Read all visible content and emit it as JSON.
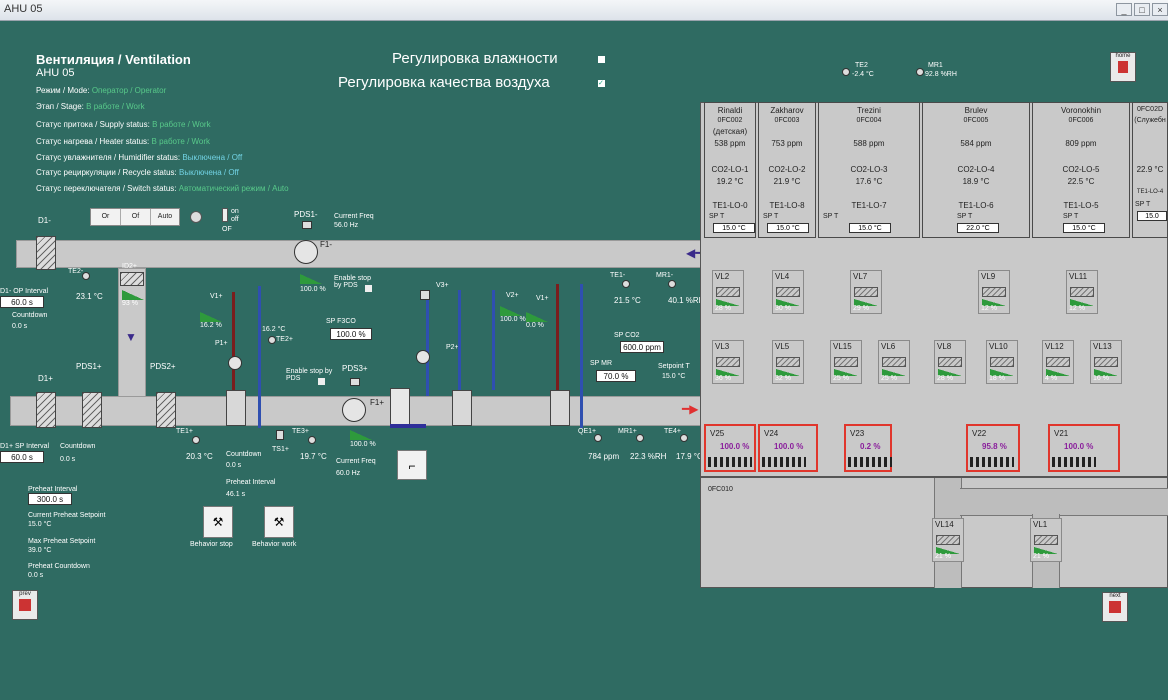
{
  "window": {
    "title": "AHU 05"
  },
  "header": {
    "title": "Вентиляция / Ventilation",
    "subtitle": "AHU 05",
    "humidity_control": "Регулировка влажности",
    "air_quality_control": "Регулировка качества воздуха"
  },
  "status": [
    {
      "label": "Режим / Mode:",
      "value": "Оператор / Operator"
    },
    {
      "label": "Этап / Stage:",
      "value": "В работе / Work"
    },
    {
      "label": "Статус притока / Supply status:",
      "value": "В работе / Work"
    },
    {
      "label": "Статус нагрева / Heater status:",
      "value": "В работе / Work"
    },
    {
      "label": "Статус увлажнителя / Humidifier status:",
      "value": "Выключена / Off"
    },
    {
      "label": "Статус рециркуляции / Recycle status:",
      "value": "Выключена / Off"
    },
    {
      "label": "Статус переключателя / Switch status:",
      "value": "Автоматический режим / Auto"
    }
  ],
  "mode_buttons": [
    "Or",
    "Of",
    "Auto"
  ],
  "switch_labels": {
    "on": "on",
    "off": "off",
    "state": "OF"
  },
  "outdoor": {
    "te2_label": "TE2",
    "te2_value": "-2.4 °C",
    "mr1_label": "MR1",
    "mr1_value": "92.8 %RH"
  },
  "exhaust": {
    "damper": "D1-",
    "interval_label": "D1- OP Interval",
    "interval_value": "60.0 s",
    "countdown_label": "Countdown",
    "countdown_value": "0.0 s",
    "te2": "TE2-",
    "te2_value": "23.1 °C",
    "id2": "ID2+",
    "id2_value": "93 %",
    "pds1": "PDS1-",
    "current_freq_label": "Current Freq",
    "current_freq_value": "56.0 Hz",
    "fan": "F1-",
    "fan_value": "100.0 %",
    "enable_stop": "Enable stop by PDS",
    "te1": "TE1-",
    "te1_value": "21.5 °C",
    "mr1": "MR1-",
    "mr1_value": "40.1 %RH"
  },
  "supply": {
    "damper": "D1+",
    "interval_label": "D1+ SP Interval",
    "interval_value": "60.0 s",
    "countdown_label": "Countdown",
    "countdown_value": "0.0 s",
    "pds1": "PDS1+",
    "pds2": "PDS2+",
    "te1": "TE1+",
    "te1_value": "20.3 °C",
    "ts1": "TS1+",
    "te3": "TE3+",
    "te3_value": "19.7 °C",
    "pds3": "PDS3+",
    "fan": "F1+",
    "fan_value": "100.0 %",
    "enable_stop": "Enable stop by PDS",
    "current_freq_label": "Current Freq",
    "current_freq_value": "60.0 Hz",
    "qe1": "QE1+",
    "qe1_value": "784 ppm",
    "mr1": "MR1+",
    "mr1_value": "22.3 %RH",
    "te4": "TE4+",
    "te4_value": "17.9 °C",
    "countdown2_label": "Countdown",
    "countdown2_value": "0.0 s",
    "preheat_label": "Preheat Interval",
    "preheat_value": "46.1 s"
  },
  "valves": {
    "v1_label": "V1+",
    "v1_value": "16.2 %",
    "p1": "P1+",
    "te2": "TE2+",
    "te2_value": "16.2 °C",
    "v3": "V3+",
    "v2_label": "V2+",
    "v2_value": "100.0 %",
    "p2": "P2+",
    "v1b_label": "V1+",
    "v1b_value": "0.0 %"
  },
  "setpoints": {
    "spf_label": "SP F3CO",
    "spf_value": "100.0 %",
    "co2_label": "SP CO2",
    "co2_value": "600.0 ppm",
    "mr_label": "SP MR",
    "mr_value": "70.0 %",
    "t_label": "Setpoint T",
    "t_value": "15.0 °C"
  },
  "preheat": {
    "interval_label": "Preheat Interval",
    "interval_value": "300.0 s",
    "current_sp_label": "Current Preheat Setpoint",
    "current_sp_value": "15.0 °C",
    "max_sp_label": "Max Preheat Setpoint",
    "max_sp_value": "39.0 °C",
    "countdown_label": "Preheat Countdown",
    "countdown_value": "0.0 s"
  },
  "behavior": {
    "stop": "Behavior stop",
    "work": "Behavior work"
  },
  "rooms": [
    {
      "name": "Rinaldi",
      "code": "0FC002",
      "extra": "(детская)",
      "co2": "538 ppm",
      "lo": "CO2-LO-1",
      "temp": "19.2 °C",
      "te": "TE1-LO-0",
      "sp": "15.0 °C"
    },
    {
      "name": "Zakharov",
      "code": "0FC003",
      "extra": "",
      "co2": "753 ppm",
      "lo": "CO2-LO-2",
      "temp": "21.9 °C",
      "te": "TE1-LO-8",
      "sp": "15.0 °C"
    },
    {
      "name": "Trezini",
      "code": "0FC004",
      "extra": "",
      "co2": "588 ppm",
      "lo": "CO2-LO-3",
      "temp": "17.6 °C",
      "te": "TE1-LO-7",
      "sp": "15.0 °C"
    },
    {
      "name": "Brulev",
      "code": "0FC005",
      "extra": "",
      "co2": "584 ppm",
      "lo": "CO2-LO-4",
      "temp": "18.9 °C",
      "te": "TE1-LO-6",
      "sp": "22.0 °C"
    },
    {
      "name": "Voronokhin",
      "code": "0FC006",
      "extra": "",
      "co2": "809 ppm",
      "lo": "CO2-LO-5",
      "temp": "22.5 °C",
      "te": "TE1-LO-5",
      "sp": "15.0 °C"
    },
    {
      "name": "0FC02D",
      "code": "(Служебн",
      "extra": "",
      "co2": "",
      "lo": "",
      "temp": "22.9 °C",
      "te": "TE1-LO-4",
      "sp": "15.0"
    }
  ],
  "sp_label": "SP T",
  "vl_top": [
    {
      "name": "VL2",
      "pct": "28 %"
    },
    {
      "name": "VL4",
      "pct": "30 %"
    },
    {
      "name": "VL7",
      "pct": "29 %"
    },
    {
      "name": "VL9",
      "pct": "12 %"
    },
    {
      "name": "VL11",
      "pct": "12 %"
    }
  ],
  "vl_mid": [
    {
      "name": "VL3",
      "pct": "36 %"
    },
    {
      "name": "VL5",
      "pct": "32 %"
    },
    {
      "name": "VL15",
      "pct": "25 %"
    },
    {
      "name": "VL6",
      "pct": "25 %"
    },
    {
      "name": "VL8",
      "pct": "28 %"
    },
    {
      "name": "VL10",
      "pct": "18 %"
    },
    {
      "name": "VL12",
      "pct": "4 %"
    },
    {
      "name": "VL13",
      "pct": "16 %"
    }
  ],
  "vl_bottom": [
    {
      "name": "VL14",
      "pct": "21 %"
    },
    {
      "name": "VL1",
      "pct": "21 %"
    }
  ],
  "vav": [
    {
      "name": "V25",
      "value": "100.0 %"
    },
    {
      "name": "V24",
      "value": "100.0 %"
    },
    {
      "name": "V23",
      "value": "0.2 %"
    },
    {
      "name": "V22",
      "value": "95.8 %"
    },
    {
      "name": "V21",
      "value": "100.0 %"
    }
  ],
  "zone_label": "0FC010",
  "nav": {
    "home": "home",
    "prev": "prev",
    "next": "next"
  }
}
